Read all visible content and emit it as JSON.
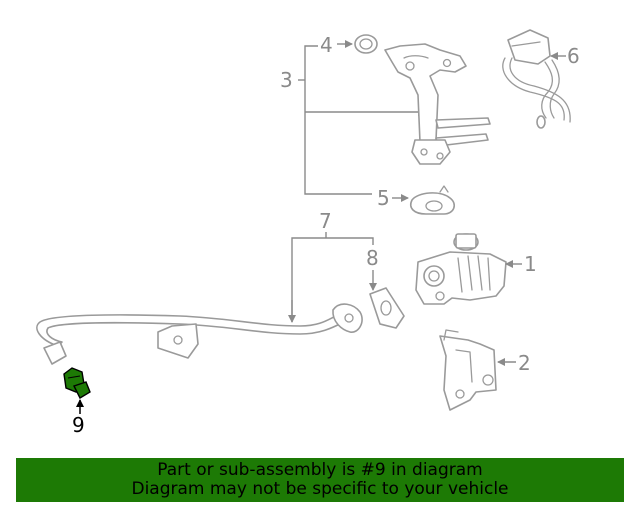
{
  "callouts": {
    "c1": "1",
    "c2": "2",
    "c3": "3",
    "c4": "4",
    "c5": "5",
    "c6": "6",
    "c7": "7",
    "c8": "8",
    "c9": "9"
  },
  "highlight_color": "#1d7a05",
  "banner": {
    "line1": "Part or sub-assembly is #9 in diagram",
    "line2": "Diagram may not be specific to your vehicle"
  }
}
